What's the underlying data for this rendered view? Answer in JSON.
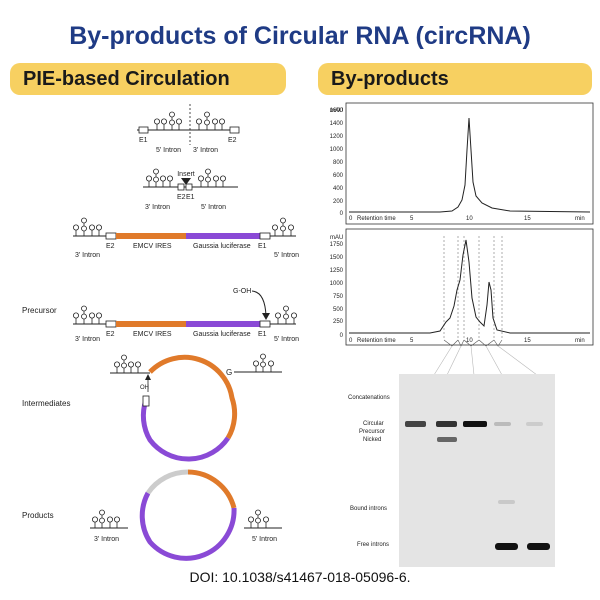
{
  "title": "By-products of Circular RNA (circRNA)",
  "left_header": "PIE-based Circulation",
  "right_header": "By-products",
  "diagram": {
    "row1": {
      "e1": "E1",
      "intron5": "5' Intron",
      "intron3": "3' Intron",
      "e2": "E2"
    },
    "row2": {
      "insert": "Insert",
      "intron3": "3' Intron",
      "e2": "E2",
      "e1": "E1",
      "intron5": "5' Intron"
    },
    "row3": {
      "intron3": "3' Intron",
      "e2": "E2",
      "ires": "EMCV IRES",
      "luc": "Gaussia luciferase",
      "e1": "E1",
      "intron5": "5' Intron"
    },
    "row4": {
      "label": "Precursor",
      "goh": "G-OH",
      "intron3": "3' Intron",
      "e2": "E2",
      "ires": "EMCV IRES",
      "luc": "Gaussia luciferase",
      "e1": "E1",
      "intron5": "5' Intron"
    },
    "row5": {
      "label": "Intermediates",
      "oh": "OH",
      "g": "G"
    },
    "row6": {
      "label": "Products",
      "intron3": "3' Intron",
      "intron5": "5' Intron"
    }
  },
  "colors": {
    "ires": "#e07a2a",
    "luc": "#8a4ad6",
    "title": "#1f3b85",
    "pill": "#f7d061"
  },
  "chromatograms": [
    {
      "y_unit": "mAU",
      "y_ticks": [
        "0",
        "200",
        "400",
        "600",
        "800",
        "1000",
        "1200",
        "1400",
        "1600"
      ],
      "x_ticks": [
        "0",
        "5",
        "10",
        "15"
      ],
      "x_label": "Retention time",
      "x_unit": "min"
    },
    {
      "y_unit": "mAU",
      "y_ticks": [
        "0",
        "250",
        "500",
        "750",
        "1000",
        "1250",
        "1500",
        "1750"
      ],
      "x_ticks": [
        "0",
        "5",
        "10",
        "15"
      ],
      "x_label": "Retention time",
      "x_unit": "min"
    }
  ],
  "gel": {
    "labels": [
      "Concatenations",
      "Circular",
      "Precursor",
      "Nicked",
      "Bound introns",
      "Free introns"
    ]
  },
  "doi": "DOI: 10.1038/s41467-018-05096-6."
}
